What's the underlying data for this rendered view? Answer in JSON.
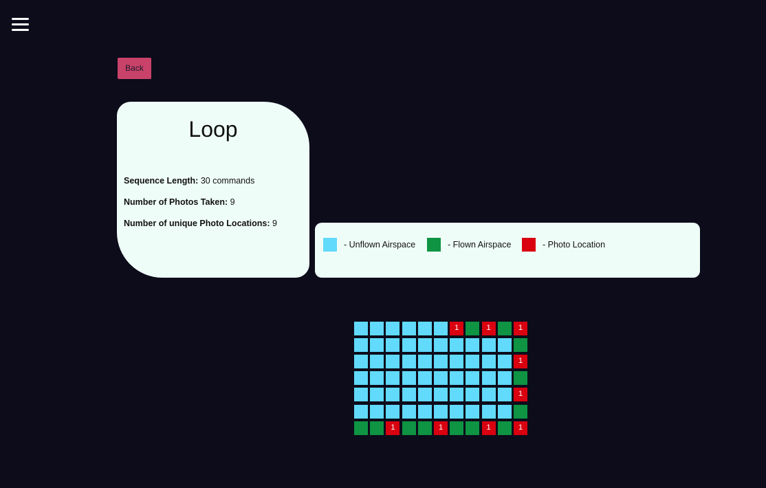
{
  "menu": {
    "icon": "hamburger-menu-icon"
  },
  "back_button": {
    "label": "Back"
  },
  "info_card": {
    "title": "Loop",
    "rows": [
      {
        "label": "Sequence Length:",
        "value": "30 commands"
      },
      {
        "label": "Number of Photos Taken:",
        "value": "9"
      },
      {
        "label": "Number of unique Photo Locations:",
        "value": "9"
      }
    ]
  },
  "colors": {
    "background": "#0c0c1b",
    "panel": "#effdf8",
    "back_button": "#c9426a",
    "unflown": "#61dafb",
    "flown": "#0e9443",
    "photo": "#d90110"
  },
  "legend": {
    "items": [
      {
        "label": "- Unflown Airspace",
        "color": "#61dafb"
      },
      {
        "label": "- Flown Airspace",
        "color": "#0e9443"
      },
      {
        "label": "- Photo Location",
        "color": "#d90110"
      }
    ]
  },
  "grid": {
    "cols": 11,
    "rows": [
      [
        "u",
        "u",
        "u",
        "u",
        "u",
        "u",
        "p",
        "f",
        "p",
        "f",
        "p"
      ],
      [
        "u",
        "u",
        "u",
        "u",
        "u",
        "u",
        "u",
        "u",
        "u",
        "u",
        "f"
      ],
      [
        "u",
        "u",
        "u",
        "u",
        "u",
        "u",
        "u",
        "u",
        "u",
        "u",
        "p"
      ],
      [
        "u",
        "u",
        "u",
        "u",
        "u",
        "u",
        "u",
        "u",
        "u",
        "u",
        "f"
      ],
      [
        "u",
        "u",
        "u",
        "u",
        "u",
        "u",
        "u",
        "u",
        "u",
        "u",
        "p"
      ],
      [
        "u",
        "u",
        "u",
        "u",
        "u",
        "u",
        "u",
        "u",
        "u",
        "u",
        "f"
      ],
      [
        "f",
        "f",
        "p",
        "f",
        "f",
        "p",
        "f",
        "f",
        "p",
        "f",
        "p"
      ]
    ],
    "photo_count_label": "1"
  }
}
